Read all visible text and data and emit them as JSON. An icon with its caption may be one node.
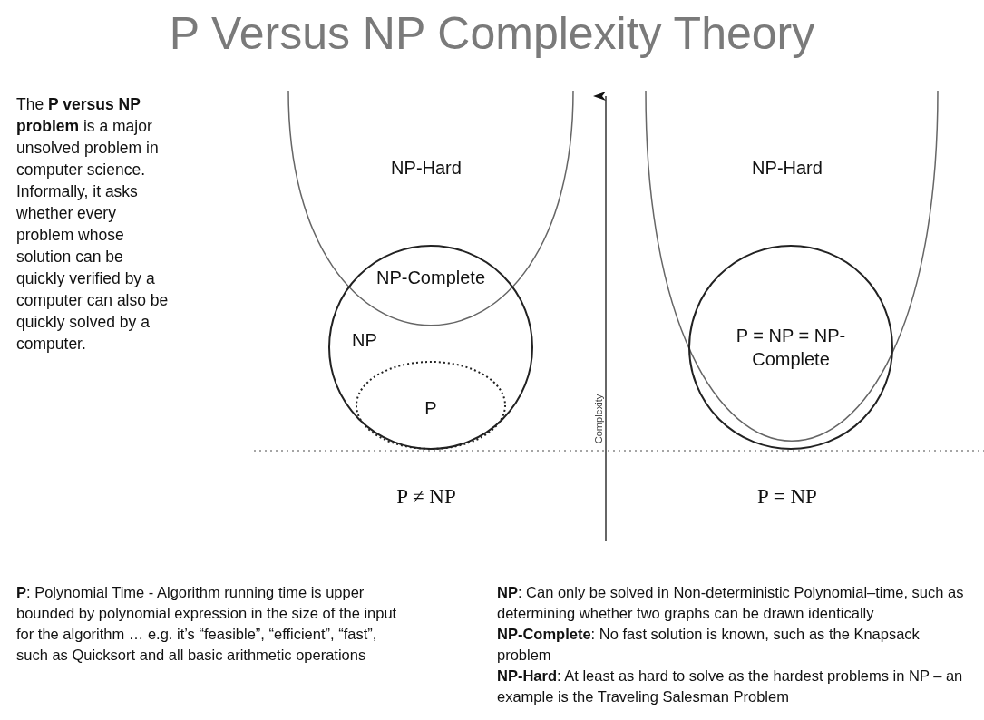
{
  "diagram": {
    "title": "P Versus NP Complexity Theory",
    "nodes": [
      {
        "text": [
          "NP-Hard"
        ]
      },
      {
        "text": [
          "NP"
        ]
      },
      {
        "text": [
          "P"
        ],
        "in": 1
      },
      {
        "text": [
          "NP-Hard"
        ]
      },
      {
        "text": [
          "P = NP = NP-Complete"
        ],
        "in": 3
      }
    ],
    "edges": [],
    "labels": [
      "The **P versus NP problem** is a major unsolved problem in computer science. Informally, it asks whether every problem whose solution can be quickly verified by a computer can also be quickly solved by a computer.",
      "NP-Complete",
      "Complexity",
      "P ≠ NP",
      "P = NP",
      "**P**: Polynomial Time - Algorithm running time is upper bounded by polynomial expression in the size of the input for the algorithm … e.g. it’s “feasible”, “efficient”, “fast”, such as Quicksort and all basic arithmetic operations",
      "**NP**: Can only be solved in Non-deterministic Polynomial–time, such as determining whether two graphs can be drawn identically",
      "**NP-Complete**: No fast solution is known, such as the Knapsack problem",
      "**NP-Hard**: At least as hard to solve as the hardest problems in NP – an example is the Traveling Salesman Problem"
    ]
  }
}
